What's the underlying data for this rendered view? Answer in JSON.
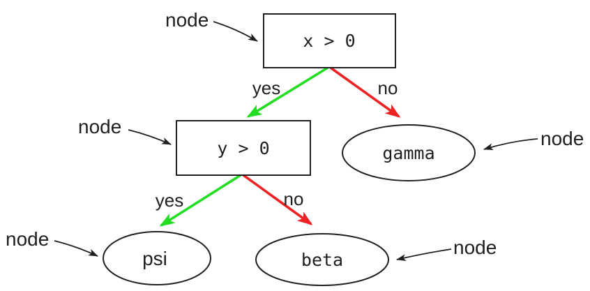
{
  "diagram": {
    "kind": "decision-tree",
    "colors": {
      "background": "#ffffff",
      "ink": "#1f1f1f",
      "yes_edge": "#22dd22",
      "no_edge": "#ee2222"
    },
    "nodes": [
      {
        "id": "root",
        "shape": "rect",
        "label": "x > 0"
      },
      {
        "id": "y-test",
        "shape": "rect",
        "label": "y > 0"
      },
      {
        "id": "gamma",
        "shape": "ellipse",
        "label": "gamma"
      },
      {
        "id": "psi",
        "shape": "ellipse",
        "label": "psi"
      },
      {
        "id": "beta",
        "shape": "ellipse",
        "label": "beta"
      }
    ],
    "edges": [
      {
        "from": "root",
        "to": "y-test",
        "label": "yes",
        "color": "#22dd22"
      },
      {
        "from": "root",
        "to": "gamma",
        "label": "no",
        "color": "#ee2222"
      },
      {
        "from": "y-test",
        "to": "psi",
        "label": "yes",
        "color": "#22dd22"
      },
      {
        "from": "y-test",
        "to": "beta",
        "label": "no",
        "color": "#ee2222"
      }
    ],
    "annotations": [
      {
        "label": "node",
        "target": "root"
      },
      {
        "label": "node",
        "target": "y-test"
      },
      {
        "label": "node",
        "target": "gamma"
      },
      {
        "label": "node",
        "target": "psi"
      },
      {
        "label": "node",
        "target": "beta"
      }
    ]
  }
}
